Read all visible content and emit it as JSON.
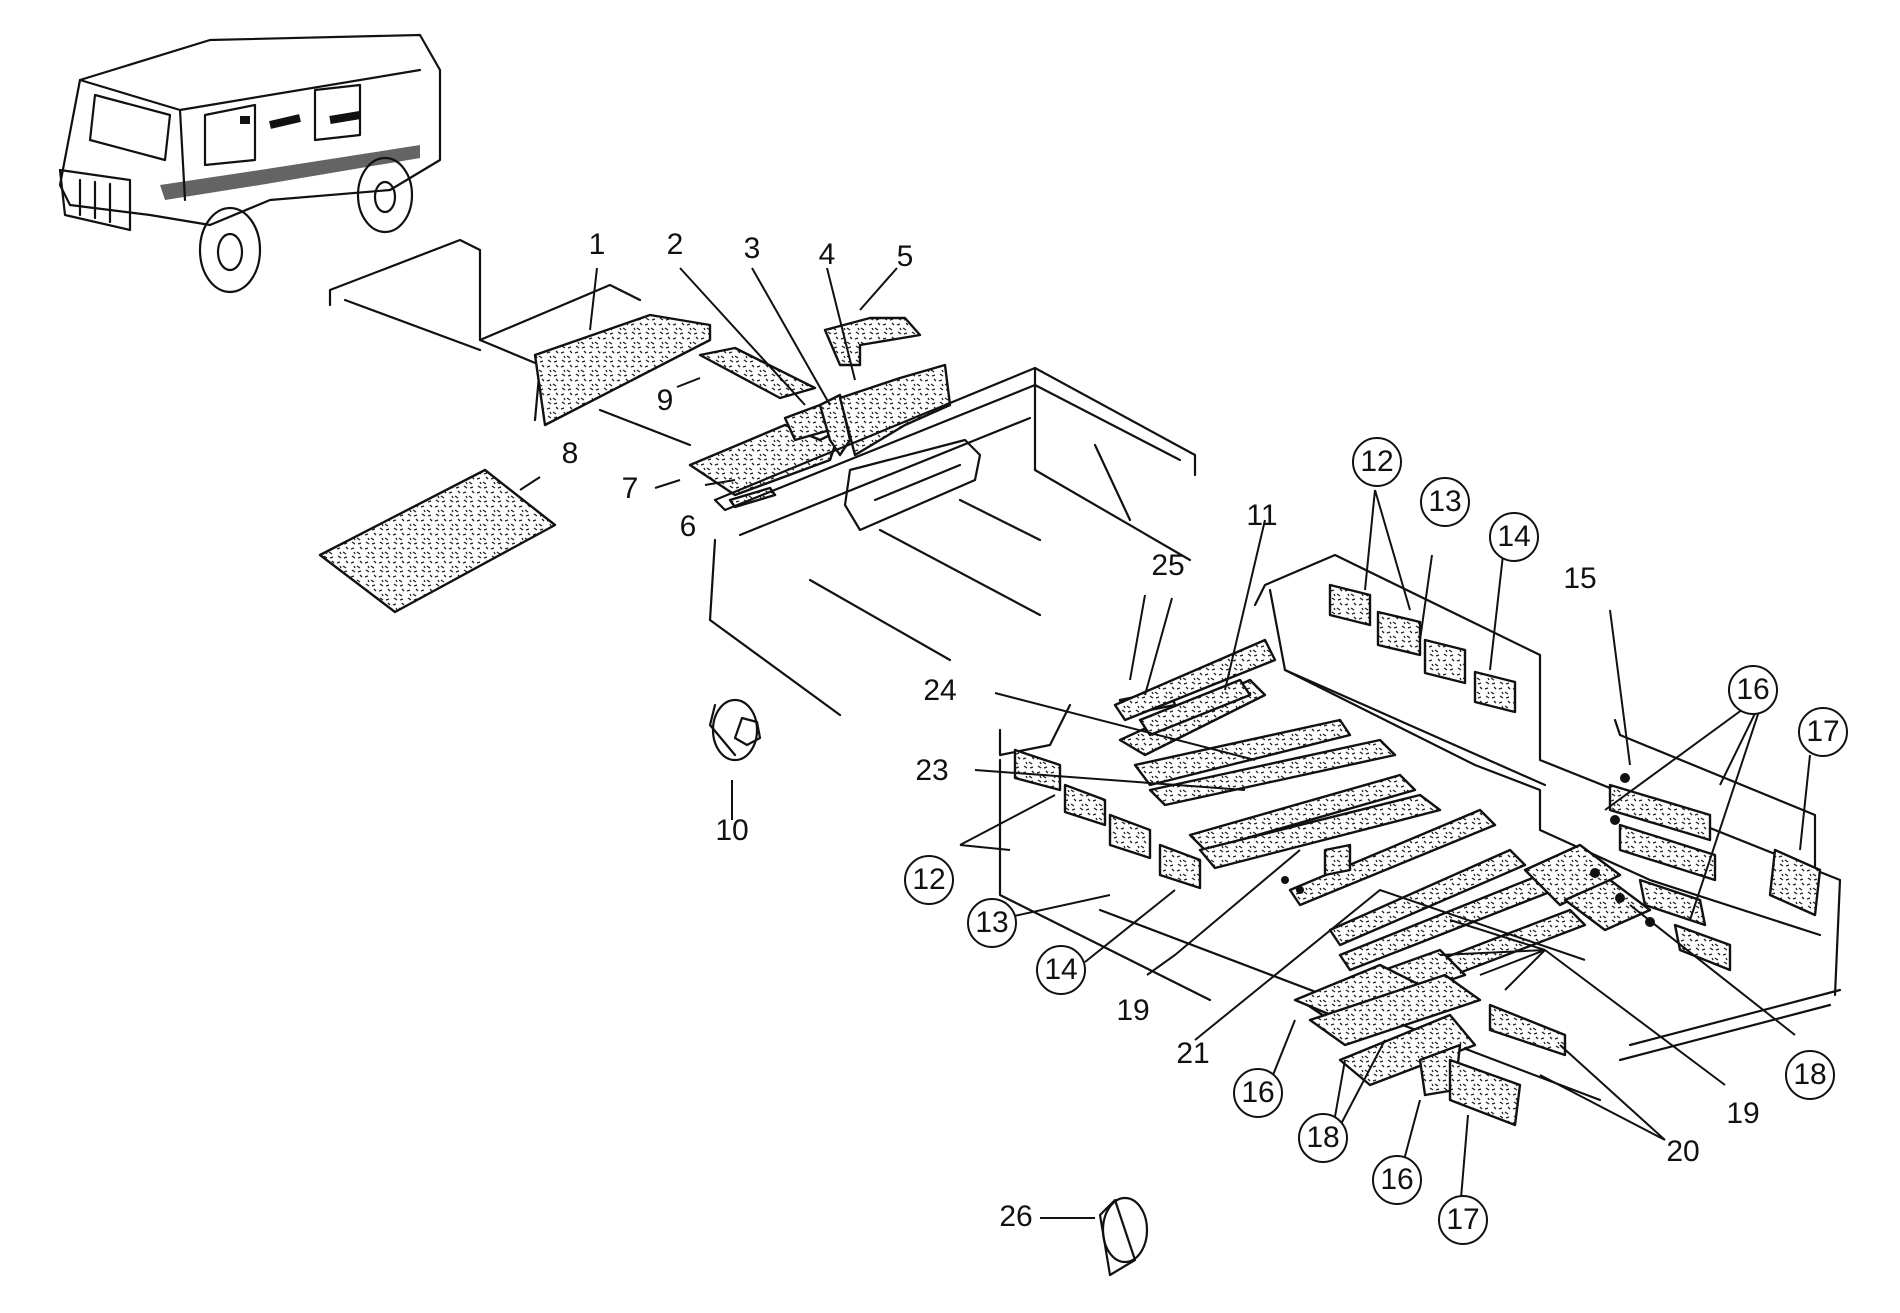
{
  "colors": {
    "line": "#111111",
    "paper": "#ffffff",
    "speckle": "#222222"
  },
  "callouts": {
    "c1": "1",
    "c2": "2",
    "c3": "3",
    "c4": "4",
    "c5": "5",
    "c6": "6",
    "c7": "7",
    "c8": "8",
    "c9": "9",
    "c10": "10",
    "c11": "11",
    "c12a": "12",
    "c12b": "12",
    "c13a": "13",
    "c13b": "13",
    "c14a": "14",
    "c14b": "14",
    "c15": "15",
    "c16a": "16",
    "c16b": "16",
    "c16c": "16",
    "c17a": "17",
    "c17b": "17",
    "c18a": "18",
    "c18b": "18",
    "c19a": "19",
    "c19b": "19",
    "c20": "20",
    "c21": "21",
    "c23": "23",
    "c24": "24",
    "c25": "25",
    "c26": "26"
  },
  "circled": [
    "12",
    "13",
    "14",
    "16",
    "17",
    "18"
  ]
}
